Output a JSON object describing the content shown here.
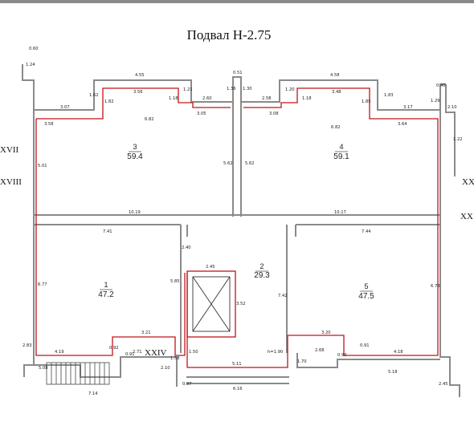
{
  "plan": {
    "title": "Подвал Н-2.75",
    "colors": {
      "wall": "#8a8a8a",
      "outline": "#c0141a",
      "text": "#222222"
    },
    "rooms": [
      {
        "id": "3",
        "number": "3",
        "area": "59.4"
      },
      {
        "id": "4",
        "number": "4",
        "area": "59.1"
      },
      {
        "id": "1",
        "number": "1",
        "area": "47.2"
      },
      {
        "id": "2",
        "number": "2",
        "area": "29.3"
      },
      {
        "id": "5",
        "number": "5",
        "area": "47.5"
      }
    ],
    "axes": {
      "left_xvii": "XVII",
      "left_xviii": "XVIII",
      "right_top": "XX",
      "right_bottom": "XX",
      "bottom_xxiv": "XXIV"
    },
    "dims": {
      "d060_l": "0.60",
      "d124": "1.24",
      "d455": "4.55",
      "d051": "0.51",
      "d458": "4.58",
      "d040": "0.40",
      "d307": "3.07",
      "d162": "1.62",
      "d356": "3.56",
      "d182": "1.82",
      "d118_l": "1.18",
      "d121": "1.21",
      "d260": "2.60",
      "d136": "1.36",
      "d130": "1.30",
      "d258": "2.58",
      "d120": "1.20",
      "d118_r": "1.18",
      "d348": "3.48",
      "d185": "1.85",
      "d183": "1.83",
      "d317": "3.17",
      "d129": "1.29",
      "d210": "2.10",
      "d358": "3.58",
      "d305": "3.05",
      "d308": "3.08",
      "d364": "3.64",
      "d122": "1.22",
      "d682_l": "6.82",
      "d682_r": "6.82",
      "d501": "5.01",
      "d562_l": "5.62",
      "d562_r": "5.62",
      "d1019": "10.19",
      "d1017": "10.17",
      "d741": "7.41",
      "d744": "7.44",
      "d240": "2.40",
      "d245": "2.45",
      "d585": "5.85",
      "d352": "3.52",
      "d742": "7.42",
      "d677": "6.77",
      "d678": "6.78",
      "d321": "3.21",
      "d320": "3.20",
      "d419": "4.19",
      "d092": "0.92",
      "d091_l": "0.91",
      "d271": "2.71",
      "d150": "1.50",
      "d511": "5.11",
      "h190": "h=1.90",
      "d268": "2.68",
      "d090": "0.90",
      "d091_r": "0.91",
      "d418": "4.18",
      "d283": "2.83",
      "d508": "5.08",
      "d210_b": "2.10",
      "d158": "1.58",
      "d170": "1.70",
      "d518": "5.18",
      "d514": "7.14",
      "d087": "0.87",
      "d616": "6.16",
      "d245_b": "2.45"
    }
  }
}
